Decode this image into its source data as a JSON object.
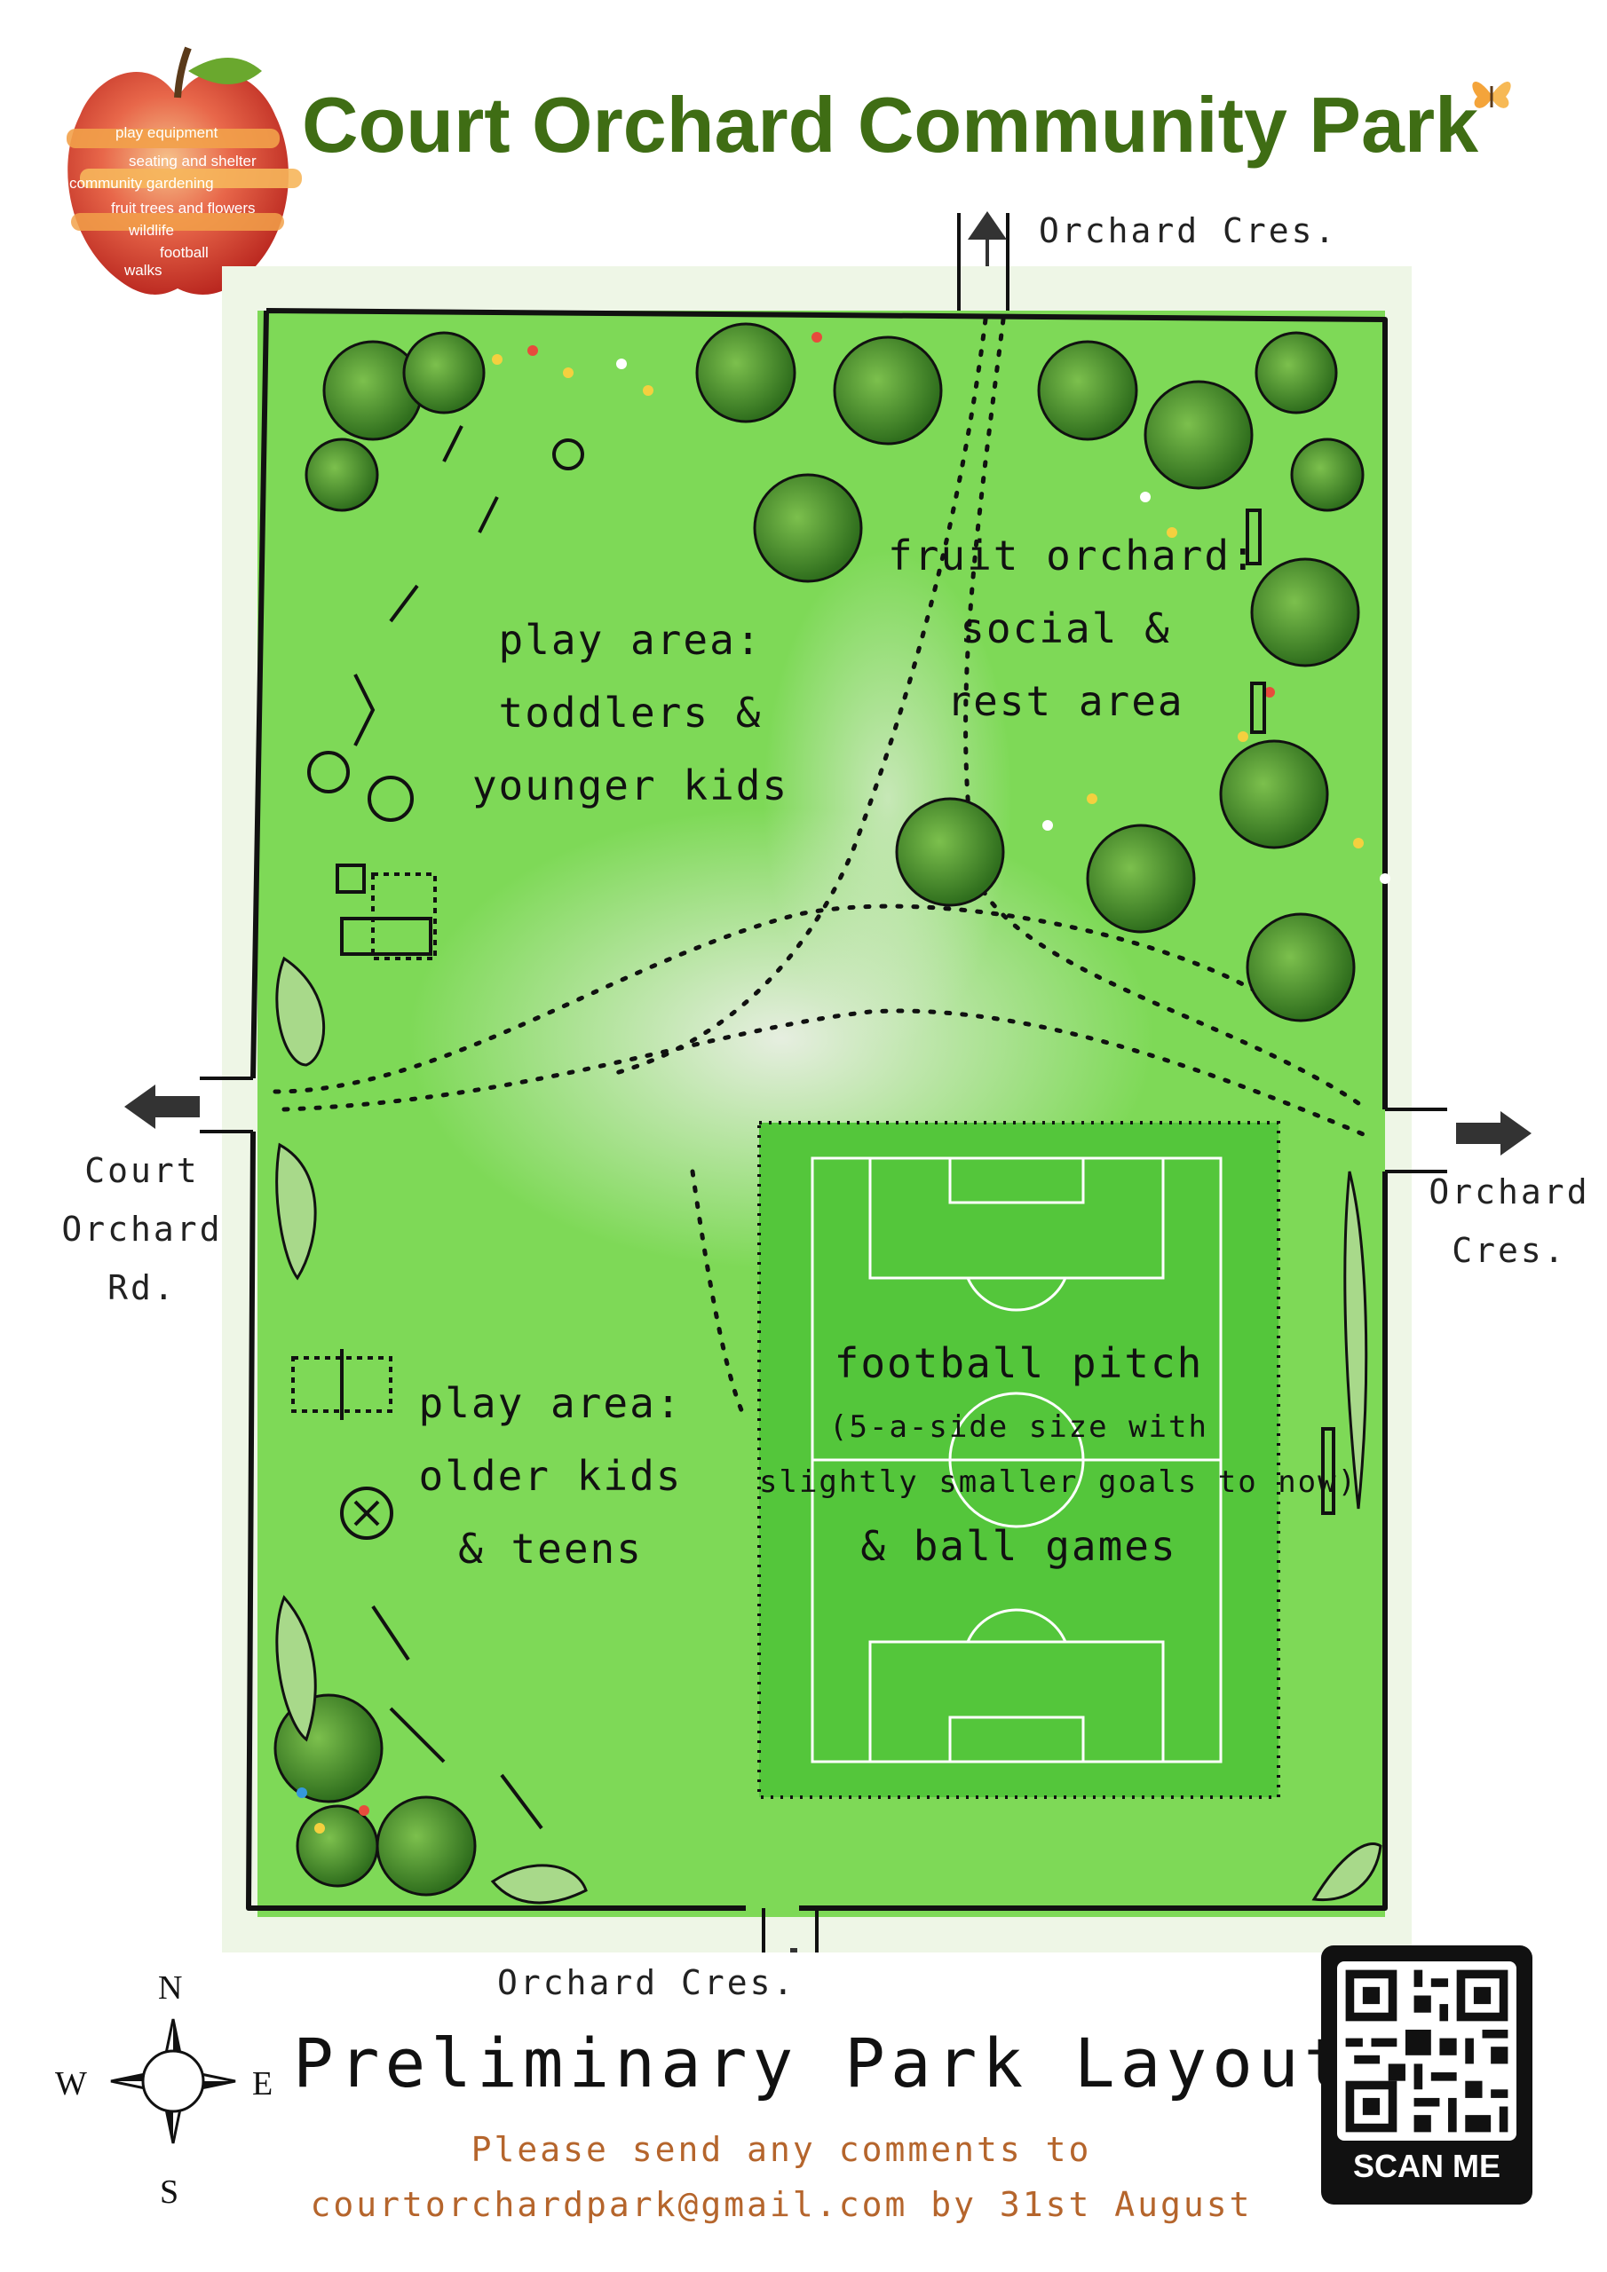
{
  "header": {
    "title": "Court Orchard Community Park",
    "logo_words": [
      "play equipment",
      "seating and shelter",
      "community gardening",
      "fruit trees and flowers",
      "wildlife",
      "football",
      "walks"
    ]
  },
  "streets": {
    "north": "Orchard Cres.",
    "south": "Orchard Cres.",
    "west": [
      "Court",
      "Orchard",
      "Rd."
    ],
    "east": [
      "Orchard",
      "Cres."
    ]
  },
  "zones": {
    "play_young": [
      "play area:",
      "toddlers &",
      "younger kids"
    ],
    "orchard": [
      "fruit orchard:",
      "social &",
      "rest area"
    ],
    "play_older": [
      "play area:",
      "older kids",
      "& teens"
    ],
    "pitch_title": "football pitch",
    "pitch_note": [
      "(5-a-side size with",
      "slightly smaller goals to now)"
    ],
    "pitch_extra": "& ball games"
  },
  "compass": {
    "n": "N",
    "s": "S",
    "e": "E",
    "w": "W"
  },
  "footer": {
    "layout_title": "Preliminary Park Layout",
    "comment_line1": "Please send any comments to",
    "comment_line2": "courtorchardpark@gmail.com by 31st August"
  },
  "qr": {
    "label": "SCAN ME"
  },
  "colors": {
    "title_green": "#3f6d14",
    "grass": "#7ed957",
    "comment_orange": "#b5652c",
    "apple_red": "#d8352a"
  }
}
